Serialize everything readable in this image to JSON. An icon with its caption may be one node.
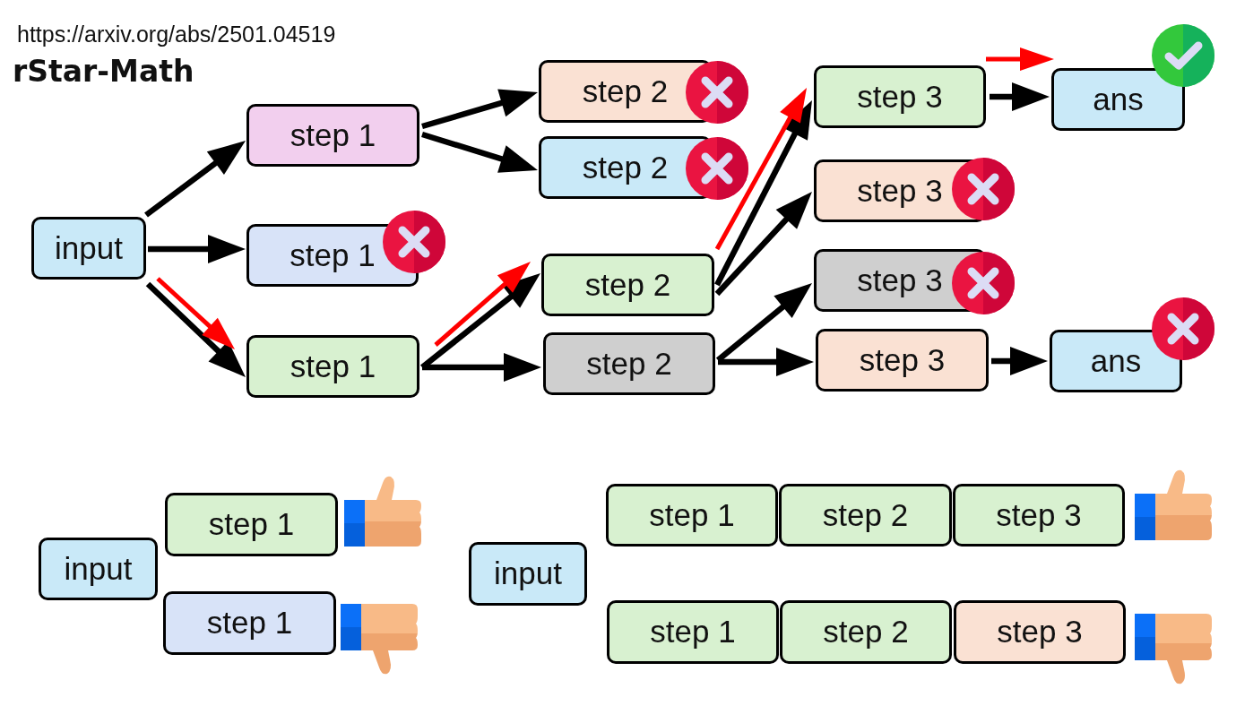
{
  "diagram": {
    "title": "rStar-Math",
    "nodes": [
      {
        "text": [
          "input"
        ]
      },
      {
        "text": [
          "step 1"
        ]
      },
      {
        "text": [
          "step 1"
        ]
      },
      {
        "text": [
          "step 1"
        ]
      },
      {
        "text": [
          "step 2"
        ]
      },
      {
        "text": [
          "step 2"
        ]
      },
      {
        "text": [
          "step 2"
        ]
      },
      {
        "text": [
          "step 2"
        ]
      },
      {
        "text": [
          "step 3"
        ]
      },
      {
        "text": [
          "step 3"
        ]
      },
      {
        "text": [
          "step 3"
        ]
      },
      {
        "text": [
          "step 3"
        ]
      },
      {
        "text": [
          "ans"
        ]
      },
      {
        "text": [
          "ans"
        ]
      },
      {
        "text": [
          "input"
        ]
      },
      {
        "text": [
          "step 1"
        ]
      },
      {
        "text": [
          "step 1"
        ]
      },
      {
        "text": [
          "input"
        ]
      },
      {
        "text": [
          "step 1"
        ]
      },
      {
        "text": [
          "step 2"
        ]
      },
      {
        "text": [
          "step 3"
        ]
      },
      {
        "text": [
          "step 1"
        ]
      },
      {
        "text": [
          "step 2"
        ]
      },
      {
        "text": [
          "step 3"
        ]
      }
    ],
    "edges": [
      {
        "from": 0,
        "to": 1,
        "arrow": "to"
      },
      {
        "from": 0,
        "to": 2,
        "arrow": "to"
      },
      {
        "from": 0,
        "to": 3,
        "arrow": "to"
      },
      {
        "from": 0,
        "to": 3,
        "arrow": "to",
        "color": "#ff0000"
      },
      {
        "from": 1,
        "to": 4,
        "arrow": "to"
      },
      {
        "from": 1,
        "to": 5,
        "arrow": "to"
      },
      {
        "from": 3,
        "to": 6,
        "arrow": "to"
      },
      {
        "from": 3,
        "to": 6,
        "arrow": "to",
        "color": "#ff0000"
      },
      {
        "from": 3,
        "to": 7,
        "arrow": "to"
      },
      {
        "from": 6,
        "to": 8,
        "arrow": "to"
      },
      {
        "from": 6,
        "to": 8,
        "arrow": "to",
        "color": "#ff0000"
      },
      {
        "from": 6,
        "to": 9,
        "arrow": "to"
      },
      {
        "from": 7,
        "to": 10,
        "arrow": "to"
      },
      {
        "from": 7,
        "to": 11,
        "arrow": "to"
      },
      {
        "from": 8,
        "to": 12,
        "arrow": "to"
      },
      {
        "from": 8,
        "to": 12,
        "arrow": "to",
        "color": "#ff0000"
      },
      {
        "from": 11,
        "to": 13,
        "arrow": "to"
      }
    ],
    "labels": [
      "https://arxiv.org/abs/2501.04519"
    ]
  }
}
